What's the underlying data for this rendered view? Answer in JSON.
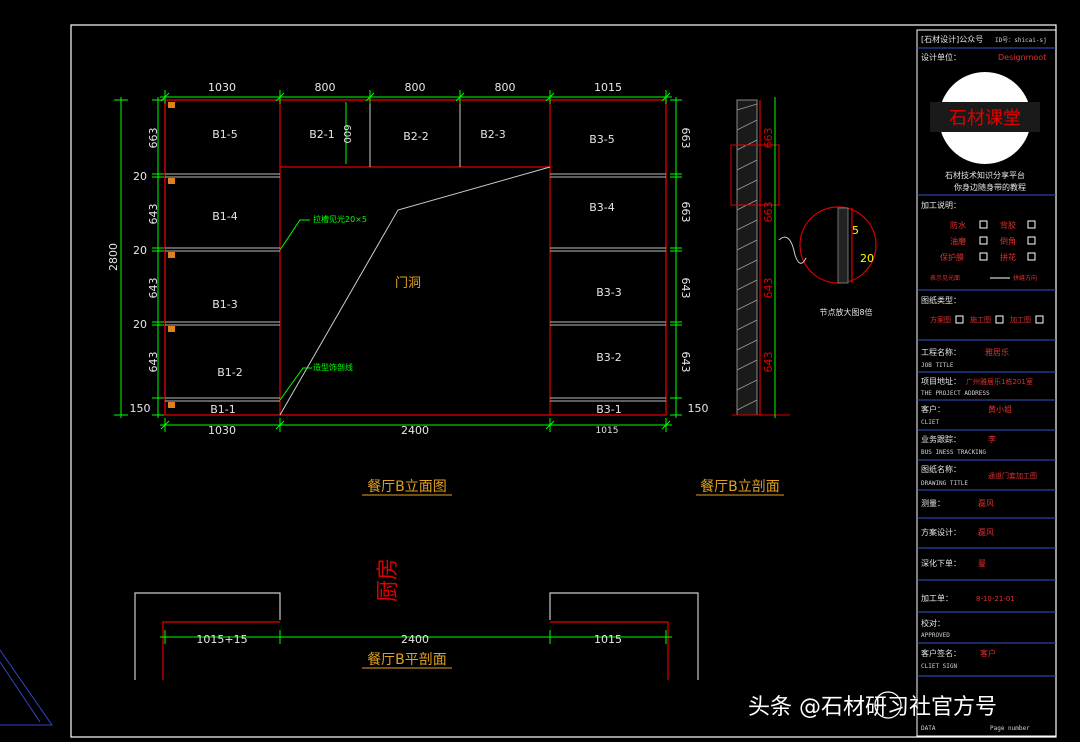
{
  "elevation": {
    "top_dims": [
      "1030",
      "800",
      "800",
      "800",
      "1015"
    ],
    "bottom_dims": [
      "1030",
      "2400",
      "1015"
    ],
    "left_total": "2800",
    "left_dims": [
      "663",
      "20",
      "643",
      "20",
      "643",
      "20",
      "643"
    ],
    "right_dims": [
      "663",
      "663",
      "643",
      "643"
    ],
    "bottom_left": "150",
    "bottom_right": "150",
    "inner_dim": "600",
    "cells": {
      "b1_5": "B1-5",
      "b1_4": "B1-4",
      "b1_3": "B1-3",
      "b1_2": "B1-2",
      "b1_1": "B1-1",
      "b2_1": "B2-1",
      "b2_2": "B2-2",
      "b2_3": "B2-3",
      "b3_5": "B3-5",
      "b3_4": "B3-4",
      "b3_3": "B3-3",
      "b3_2": "B3-2",
      "b3_1": "B3-1"
    },
    "door_label": "门洞",
    "note_groove": "拉槽见光20×5",
    "note_line": "造型饰剖线",
    "title": "餐厅B立面图"
  },
  "section": {
    "dims": [
      "663",
      "663",
      "643",
      "643"
    ],
    "detail_5": "5",
    "detail_20": "20",
    "detail_label": "节点放大图8倍",
    "title": "餐厅B立剖面"
  },
  "plan": {
    "dims": [
      "1015+15",
      "2400",
      "1015"
    ],
    "kitchen": "厨房",
    "title": "餐厅B平剖面"
  },
  "titleblock": {
    "header": "[石材设计]公众号",
    "header_id": "ID号：shicai-sj",
    "design_unit_label": "设计单位：",
    "design_unit_value": "Designmoot",
    "logo_text": "石材课堂",
    "slogan1": "石材技术知识分享平台",
    "slogan2": "你身边随身带的教程",
    "process_label": "加工说明：",
    "proc_items": [
      "防水",
      "背胶",
      "油磨",
      "倒角",
      "保护膜",
      "拼花"
    ],
    "legend_a": "表示见光面",
    "legend_b": "拼缝方向",
    "type_label": "图纸类型：",
    "types": [
      "方案图",
      "施工图",
      "加工图"
    ],
    "project_label": "工程名称：",
    "project_value": "雅居乐",
    "project_en": "JOB TITLE",
    "address_label": "项目地址：",
    "address_value": "广州雅居乐1栋201室",
    "address_en": "THE PROJECT ADDRESS",
    "client_label": "客户：",
    "client_value": "黄小姐",
    "client_en": "CLIET",
    "follow_label": "业务跟踪：",
    "follow_value": "李",
    "follow_en": "BUS INESS TRACKING",
    "drawing_label": "图纸名称：",
    "drawing_value": "通道门套加工图",
    "drawing_en": "DRAWING TITLE",
    "measure_label": "测量：",
    "measure_value": "磊风",
    "scheme_label": "方案设计：",
    "scheme_value": "磊风",
    "deepen_label": "深化下单：",
    "deepen_value": "曼",
    "work_label": "加工单：",
    "work_value": "8-10-21-01",
    "check_label": "校对：",
    "check_en": "APPROVED",
    "sign_label": "客户签名：",
    "sign_value": "客户",
    "sign_en": "CLIET SIGN",
    "date_en": "DATA",
    "page_en": "Page number"
  },
  "watermark": "头条 @石材研习社官方号",
  "colors": {
    "dim": "#00ff00",
    "frame": "#ffffff",
    "outline": "#e00000",
    "title": "#e0a020"
  }
}
